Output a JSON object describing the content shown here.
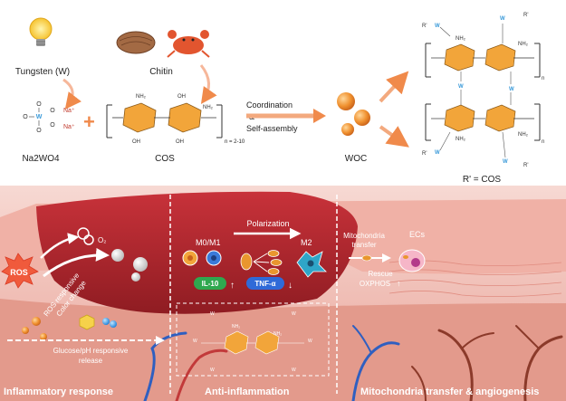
{
  "top": {
    "tungsten_label": "Tungsten (W)",
    "chitin_label": "Chitin",
    "na2wo4_label": "Na2WO4",
    "cos_label": "COS",
    "n_label": "n = 2-10",
    "coordination_label": "Coordination",
    "amp_label": "&",
    "selfassembly_label": "Self-assembly",
    "woc_label": "WOC",
    "r_cos_label": "R' = COS",
    "na_plus": "Na⁺",
    "r_prime": "R'",
    "w": "W",
    "o": "O",
    "nh2": "NH₂",
    "oh": "OH",
    "n": "n"
  },
  "bottom": {
    "ros_label": "ROS",
    "o2_label": "O₂",
    "ros_responsive": "ROS responsive",
    "color_change": "Color change",
    "glucose_ph": "Glucose/pH responsive",
    "release": "release",
    "m0m1_label": "M0/M1",
    "polarization_label": "Polarization",
    "m2_label": "M2",
    "il10_label": "IL-10",
    "tnfa_label": "TNF-α",
    "up_arrow": "↑",
    "down_arrow": "↓",
    "mito_transfer_1": "Mitochondria",
    "mito_transfer_2": "transfer",
    "ecs_label": "ECs",
    "rescue_label": "Rescue",
    "oxphos_label": "OXPHOS",
    "inflammatory_response": "Inflammatory response",
    "anti_inflammation": "Anti-inflammation",
    "mito_angio": "Mitochondria transfer & angiogenesis"
  },
  "colors": {
    "accent_orange": "#f08a4b",
    "tissue_red": "#b3242b",
    "w_blue": "#3a9ad9",
    "sugar_orange": "#f2a53a",
    "il10_green": "#2fa84f",
    "tnfa_blue": "#2f6ad8"
  }
}
